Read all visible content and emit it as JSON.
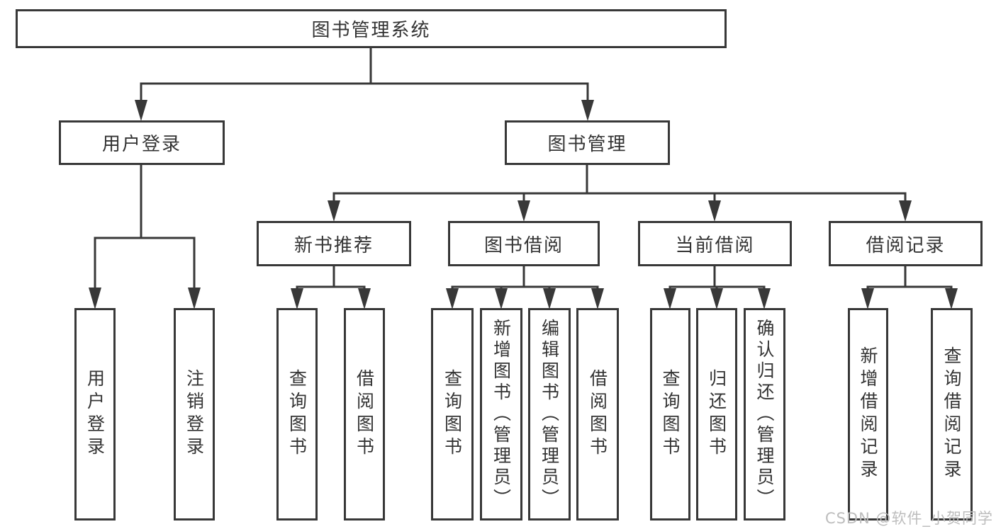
{
  "tree": {
    "label": "图书管理系统",
    "children": [
      {
        "label": "用户登录",
        "children": [
          {
            "label": "用户登录"
          },
          {
            "label": "注销登录"
          }
        ]
      },
      {
        "label": "图书管理",
        "children": [
          {
            "label": "新书推荐",
            "children": [
              {
                "label": "查询图书"
              },
              {
                "label": "借阅图书"
              }
            ]
          },
          {
            "label": "图书借阅",
            "children": [
              {
                "label": "查询图书"
              },
              {
                "label": "新增图书（管理员）"
              },
              {
                "label": "编辑图书（管理员）"
              },
              {
                "label": "借阅图书"
              }
            ]
          },
          {
            "label": "当前借阅",
            "children": [
              {
                "label": "查询图书"
              },
              {
                "label": "归还图书"
              },
              {
                "label": "确认归还（管理员）"
              }
            ]
          },
          {
            "label": "借阅记录",
            "children": [
              {
                "label": "新增借阅记录"
              },
              {
                "label": "查询借阅记录"
              }
            ]
          }
        ]
      }
    ]
  },
  "watermark": {
    "text": "CSDN @软件_小贺同学"
  },
  "colors": {
    "line": "#383838",
    "text": "#333333",
    "watermark": "#bdbdbd",
    "background": "#ffffff"
  }
}
